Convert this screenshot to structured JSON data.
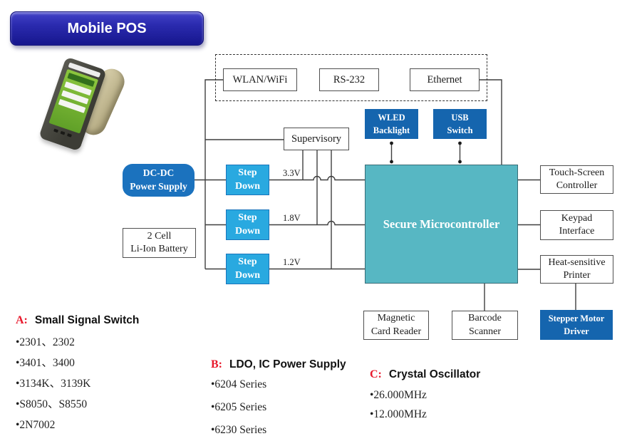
{
  "banner": {
    "label": "Mobile POS"
  },
  "peripherals": {
    "wlan": "WLAN/WiFi",
    "rs232": "RS-232",
    "ethernet": "Ethernet"
  },
  "blocks": {
    "wled": {
      "line1": "WLED",
      "line2": "Backlight"
    },
    "usb": {
      "line1": "USB",
      "line2": "Switch"
    },
    "supervisory": {
      "label": "Supervisory"
    },
    "dcdc": {
      "line1": "DC-DC",
      "line2": "Power Supply"
    },
    "step_down": {
      "line1": "Step",
      "line2": "Down"
    },
    "battery": {
      "line1": "2 Cell",
      "line2": "Li-Ion Battery"
    },
    "mcu": {
      "label": "Secure Microcontroller"
    },
    "touch": {
      "line1": "Touch-Screen",
      "line2": "Controller"
    },
    "keypad": {
      "line1": "Keypad",
      "line2": "Interface"
    },
    "printer": {
      "line1": "Heat-sensitive",
      "line2": "Printer"
    },
    "magnetic": {
      "line1": "Magnetic",
      "line2": "Card Reader"
    },
    "barcode": {
      "line1": "Barcode",
      "line2": "Scanner"
    },
    "stepper": {
      "line1": "Stepper Motor",
      "line2": "Driver"
    }
  },
  "voltages": [
    "3.3V",
    "1.8V",
    "1.2V"
  ],
  "lists": [
    {
      "key": "A:",
      "title": "Small Signal Switch",
      "items": [
        "•2301、2302",
        "•3401、3400",
        "•3134K、3139K",
        "•S8050、S8550",
        "•2N7002"
      ]
    },
    {
      "key": "B:",
      "title": "LDO, IC Power Supply",
      "items": [
        "•6204 Series",
        "•6205 Series",
        "•6230 Series"
      ]
    },
    {
      "key": "C:",
      "title": "Crystal Oscillator",
      "items": [
        "•26.000MHz",
        "•12.000MHz"
      ]
    }
  ],
  "colors": {
    "banner_blue": "#2a2aae",
    "block_blue": "#1565ae",
    "step_cyan": "#29a9e0",
    "dcdc_blue": "#1b72be",
    "mcu_teal": "#57b7c3",
    "accent_red": "#e8192c",
    "wire": "#3f3f3f"
  }
}
